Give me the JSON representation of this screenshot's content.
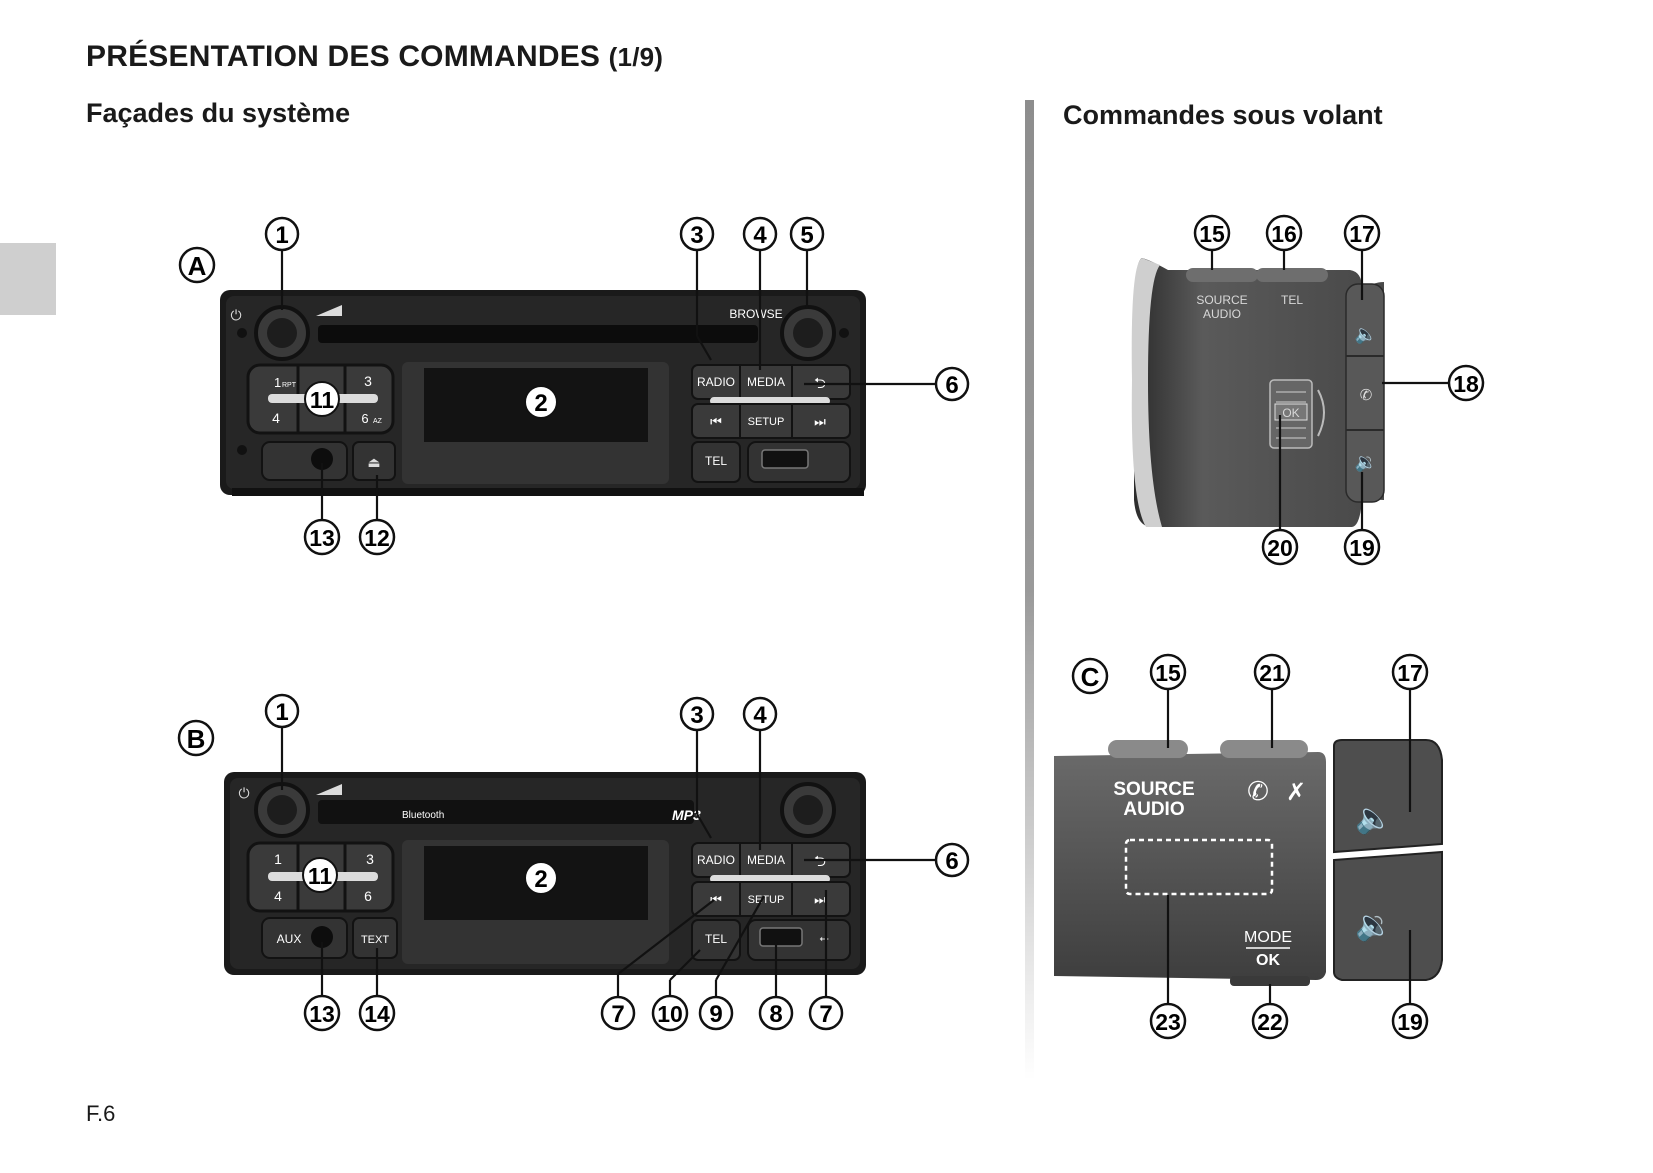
{
  "header": {
    "title": "PRÉSENTATION DES COMMANDES",
    "page_counter": "(1/9)"
  },
  "left_section": {
    "title": "Façades du système"
  },
  "right_section": {
    "title": "Commandes sous volant"
  },
  "folio": "F.6",
  "figures": {
    "A": {
      "letter": "A",
      "callouts": [
        "1",
        "2",
        "3",
        "4",
        "5",
        "6",
        "11",
        "12",
        "13"
      ]
    },
    "B": {
      "letter": "B",
      "callouts": [
        "1",
        "2",
        "3",
        "4",
        "6",
        "7",
        "7",
        "8",
        "9",
        "10",
        "11",
        "13",
        "14"
      ]
    },
    "steering_1": {
      "callouts": [
        "15",
        "16",
        "17",
        "18",
        "19",
        "20"
      ]
    },
    "C": {
      "letter": "C",
      "callouts": [
        "15",
        "17",
        "19",
        "21",
        "22",
        "23"
      ]
    }
  },
  "labels": {
    "radio": "RADIO",
    "media": "MEDIA",
    "setup": "SETUP",
    "tel": "TEL",
    "browse": "BROWSE",
    "aux": "AUX",
    "text": "TEXT",
    "bluetooth": "Bluetooth",
    "mp3": "MP3",
    "source": "SOURCE",
    "audio": "AUDIO",
    "ok": "OK",
    "mode": "MODE",
    "key_1": "1",
    "key_3": "3",
    "key_4": "4",
    "key_6": "6",
    "rpt": "RPT",
    "az": "AZ"
  },
  "colors": {
    "device": "#1c1c1c",
    "panel": "#2b2b2b",
    "stalk": "#555555",
    "tab": "#cfcfcf"
  }
}
